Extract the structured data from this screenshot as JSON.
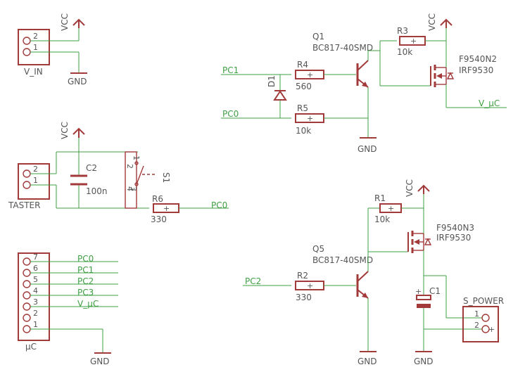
{
  "labels": {
    "vcc": "VCC",
    "gnd": "GND",
    "v_in": "V_IN",
    "taster": "TASTER",
    "uc": "µC",
    "s_power": "S_POWER",
    "q1": "Q1",
    "q1_type": "BC817-40SMD",
    "q5": "Q5",
    "q5_type": "BC817-40SMD",
    "mosfet_top": "F9540N2",
    "mosfet_top_type": "IRF9530",
    "mosfet_bot": "F9540N3",
    "mosfet_bot_type": "IRF9530",
    "r1": "R1",
    "r1_val": "10k",
    "r2": "R2",
    "r2_val": "330",
    "r3": "R3",
    "r3_val": "10k",
    "r4": "R4",
    "r4_val": "560",
    "r5": "R5",
    "r5_val": "10k",
    "r6": "R6",
    "r6_val": "330",
    "c1": "C1",
    "c2": "C2",
    "c2_val": "100n",
    "d1": "D1",
    "s1": "S1",
    "plus": "+",
    "minus": "-"
  },
  "nets": {
    "pc0": "PC0",
    "pc1": "PC1",
    "pc2": "PC2",
    "pc3": "PC3",
    "v_uc": "V_µC"
  },
  "pins": {
    "p1": "1",
    "p2": "2",
    "p3": "3",
    "p4": "4",
    "p5": "5",
    "p6": "6",
    "p7": "7"
  },
  "uc_nets": [
    "PC0",
    "PC1",
    "PC2",
    "PC3",
    "V_µC"
  ],
  "uc_pins": [
    "7",
    "6",
    "5",
    "4",
    "3",
    "2",
    "1"
  ]
}
